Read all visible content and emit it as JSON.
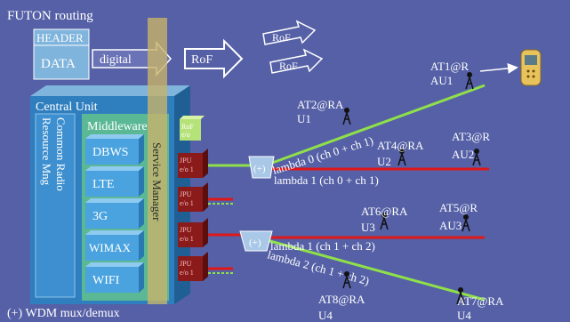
{
  "title": "FUTON routing",
  "header_label": "HEADER",
  "data_label": "DATA",
  "digital_label": "digital",
  "rof_arrow_label": "RoF",
  "rof_wave_labels": [
    "RoF",
    "RoF"
  ],
  "central_unit_label": "Central Unit",
  "crrm_lines": [
    "Common Radio",
    "Resource Mng"
  ],
  "middleware_label": "Middleware",
  "service_manager_label": "Service Manager",
  "rof_small_lines": [
    "RoF",
    "e/o"
  ],
  "radio_stacks": [
    "DBWS",
    "LTE",
    "3G",
    "WIMAX",
    "WIFI"
  ],
  "jpu_lines": [
    "JPU",
    "e/o 1"
  ],
  "mux_symbol": "(+)",
  "lambda_labels": [
    "lambda 0 (ch 0 + ch 1)",
    "lambda 1 (ch 0 + ch 1)",
    "lambda 1 (ch 1 + ch 2)",
    "lambda 2 (ch 1 + ch 2)"
  ],
  "antennas": [
    {
      "id": "at1",
      "lines": [
        "AT1@R",
        "AU1"
      ]
    },
    {
      "id": "at2",
      "lines": [
        "AT2@RA",
        "U1"
      ]
    },
    {
      "id": "at3",
      "lines": [
        "AT3@R",
        "AU2"
      ]
    },
    {
      "id": "at4",
      "lines": [
        "AT4@RA",
        "U2"
      ]
    },
    {
      "id": "at5",
      "lines": [
        "AT5@R",
        "AU3"
      ]
    },
    {
      "id": "at6",
      "lines": [
        "AT6@RA",
        "U3"
      ]
    },
    {
      "id": "at7",
      "lines": [
        "AT7@RA",
        "U4"
      ]
    },
    {
      "id": "at8",
      "lines": [
        "AT8@RA",
        "U4"
      ]
    }
  ],
  "legend": "(+) WDM mux/demux",
  "colors": {
    "background": "#5560a6",
    "cu_front": "#2f7fbf",
    "cu_top": "#7fb4dc",
    "stack_face": "#4aa3df",
    "middleware_panel": "#5fbf8f",
    "service_bar": "#c8b36a",
    "jpu": "#8b1a1a",
    "red_link": "#e01818",
    "green_link": "#8fe04a",
    "phone": "#e8c25a"
  },
  "icons": [
    "phone-icon",
    "antenna-icon"
  ]
}
